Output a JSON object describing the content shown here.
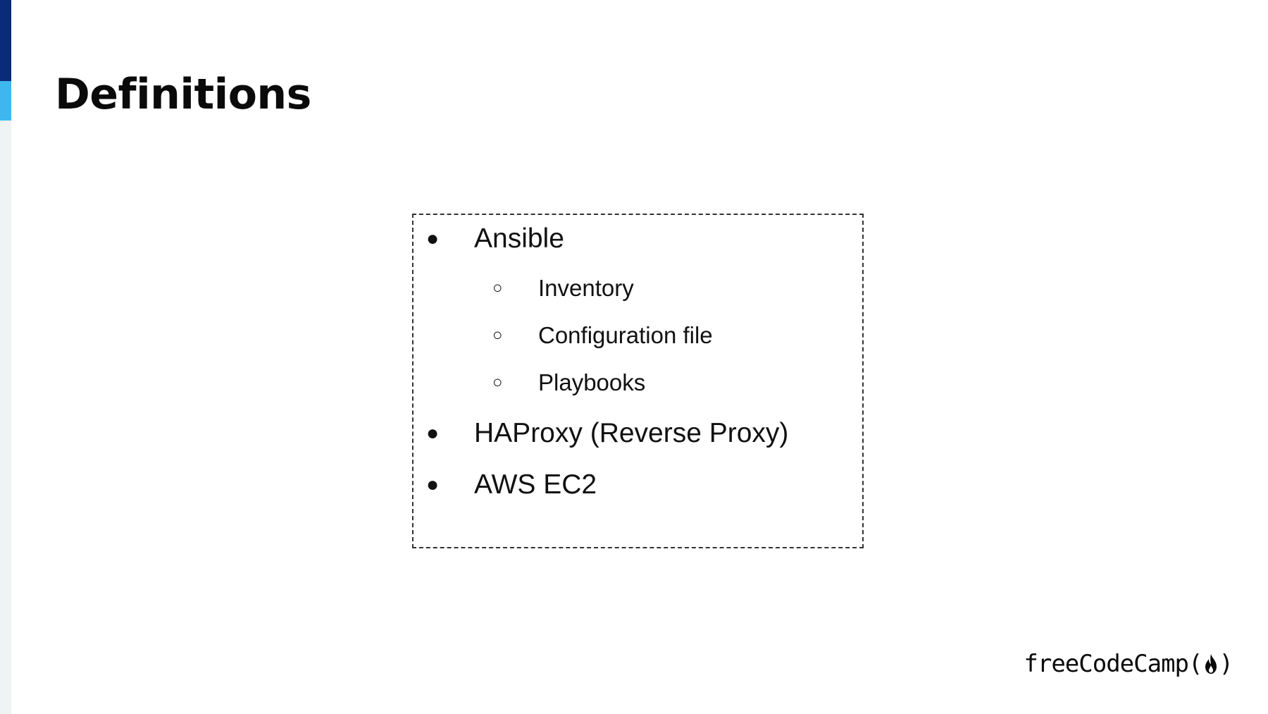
{
  "slide": {
    "title": "Definitions"
  },
  "definitions": {
    "items": [
      {
        "bullet": "●",
        "label": "Ansible",
        "subitems": [
          {
            "bullet": "○",
            "label": "Inventory"
          },
          {
            "bullet": "○",
            "label": "Configuration file"
          },
          {
            "bullet": "○",
            "label": "Playbooks"
          }
        ]
      },
      {
        "bullet": "●",
        "label": "HAProxy (Reverse Proxy)"
      },
      {
        "bullet": "●",
        "label": "AWS EC2"
      }
    ]
  },
  "brand": {
    "logo_text": "freeCodeCamp",
    "logo_open": "(",
    "logo_close": ")",
    "icon": "flame-icon"
  },
  "colors": {
    "accent_dark": "#0a2a7a",
    "accent_light": "#3fb6ee",
    "text": "#0a0a0a"
  }
}
